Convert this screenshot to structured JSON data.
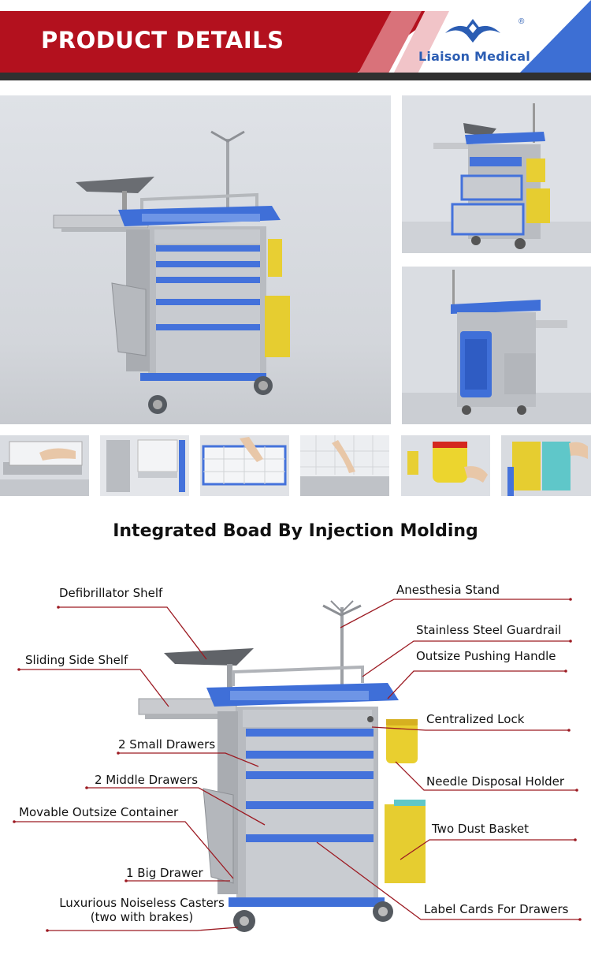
{
  "header": {
    "title": "PRODUCT DETAILS",
    "brand": "Liaison Medical",
    "registered_mark": "®",
    "colors": {
      "red": "#b3111e",
      "blue": "#3d6fd4",
      "brand_text": "#2b5db3"
    }
  },
  "section": {
    "heading": "Integrated Boad By Injection Molding"
  },
  "callouts": {
    "defibrillator_shelf": "Defibrillator Shelf",
    "sliding_side_shelf": "Sliding Side Shelf",
    "small_drawers": "2 Small Drawers",
    "middle_drawers": "2 Middle Drawers",
    "movable_container": "Movable Outsize Container",
    "big_drawer": "1 Big Drawer",
    "casters_line1": "Luxurious Noiseless Casters",
    "casters_line2": "(two with brakes)",
    "anesthesia_stand": "Anesthesia Stand",
    "guardrail": "Stainless Steel Guardrail",
    "pushing_handle": "Outsize Pushing Handle",
    "centralized_lock": "Centralized Lock",
    "needle_holder": "Needle Disposal Holder",
    "dust_basket": "Two Dust Basket",
    "label_cards": "Label Cards For Drawers"
  }
}
